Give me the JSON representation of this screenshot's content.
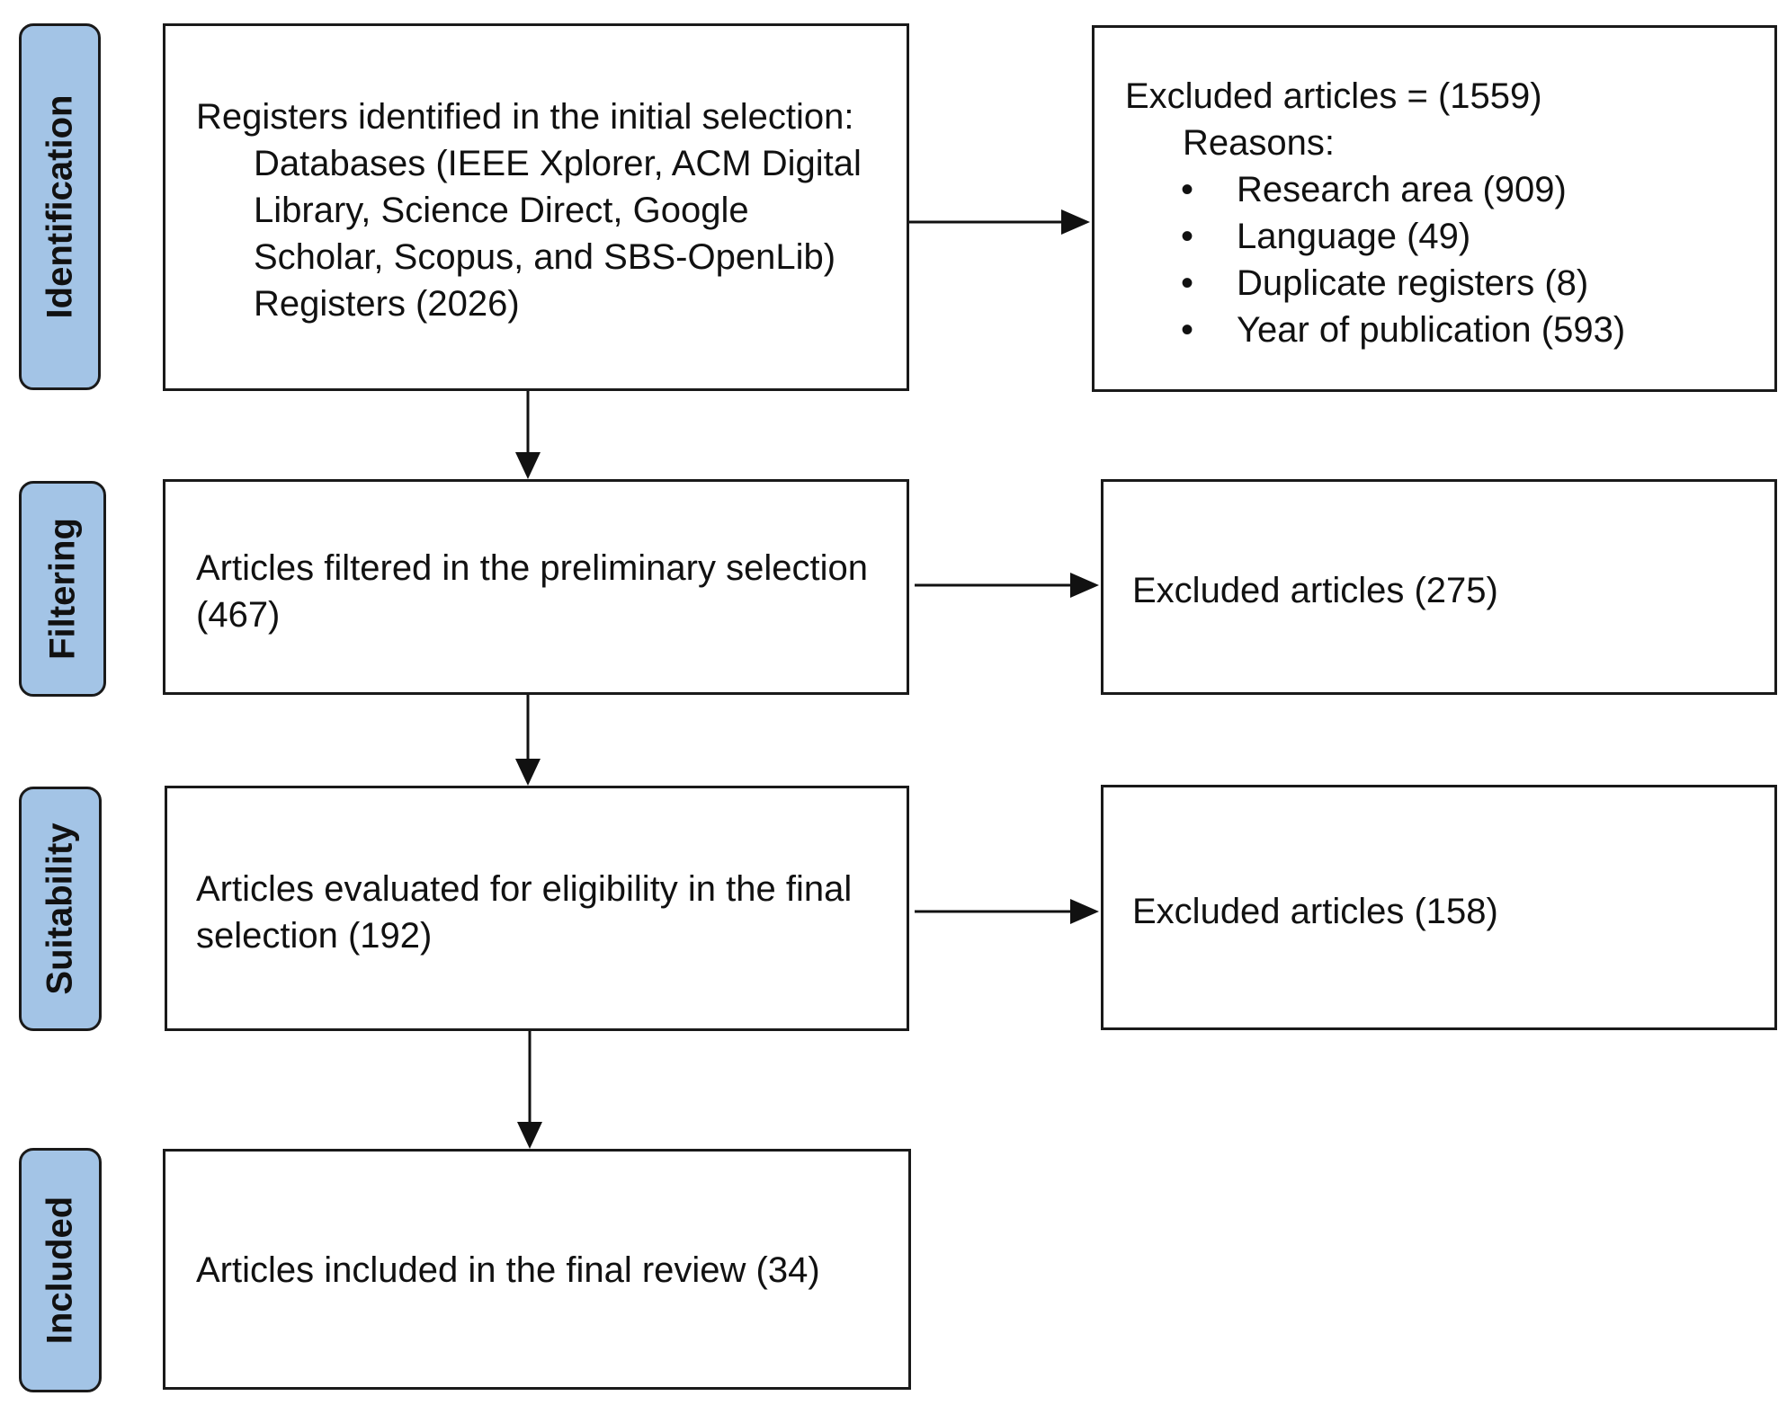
{
  "stages": {
    "identification": "Identification",
    "filtering": "Filtering",
    "suitability": "Suitability",
    "included": "Included"
  },
  "identification_box": {
    "heading": "Registers identified in the initial selection:",
    "line1": "Databases (IEEE Xplorer, ACM Digital",
    "line2": "Library, Science Direct, Google",
    "line3": "Scholar, Scopus, and SBS-OpenLib)",
    "line4": "Registers (2026)"
  },
  "excluded_identification": {
    "heading": "Excluded articles = (1559)",
    "reasons_label": "Reasons:",
    "bullet": "•",
    "reasons": [
      "Research area (909)",
      "Language (49)",
      "Duplicate registers (8)",
      "Year of publication (593)"
    ]
  },
  "filtering_box": {
    "line1": "Articles filtered in the preliminary selection",
    "line2": "(467)"
  },
  "excluded_filtering": {
    "text": "Excluded articles (275)"
  },
  "suitability_box": {
    "line1": "Articles evaluated for eligibility in the final",
    "line2": "selection (192)"
  },
  "excluded_suitability": {
    "text": "Excluded articles (158)"
  },
  "included_box": {
    "text": "Articles included in the final review (34)"
  }
}
